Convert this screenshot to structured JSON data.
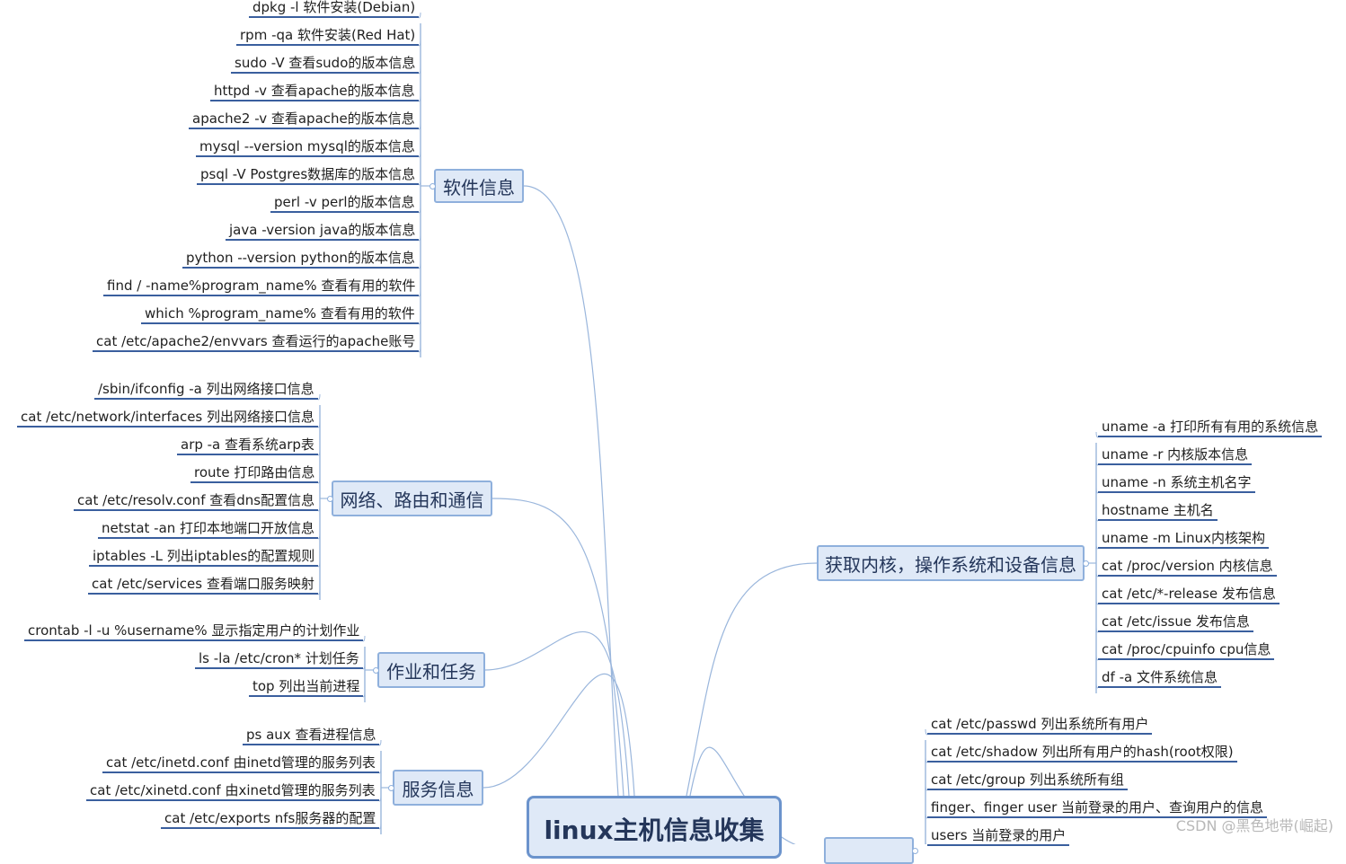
{
  "root": {
    "label": "linux主机信息收集"
  },
  "branches": [
    {
      "id": "software",
      "label": "软件信息",
      "side": "left",
      "items": [
        "dpkg -l 软件安装(Debian)",
        "rpm -qa 软件安装(Red Hat)",
        "sudo -V 查看sudo的版本信息",
        "httpd -v 查看apache的版本信息",
        "apache2 -v 查看apache的版本信息",
        "mysql --version mysql的版本信息",
        "psql -V Postgres数据库的版本信息",
        "perl -v perl的版本信息",
        "java -version java的版本信息",
        "python --version python的版本信息",
        "find / -name%program_name% 查看有用的软件",
        "which %program_name% 查看有用的软件",
        "cat /etc/apache2/envvars 查看运行的apache账号"
      ]
    },
    {
      "id": "network",
      "label": "网络、路由和通信",
      "side": "left",
      "items": [
        "/sbin/ifconfig -a 列出网络接口信息",
        "cat /etc/network/interfaces 列出网络接口信息",
        "arp -a 查看系统arp表",
        "route 打印路由信息",
        "cat /etc/resolv.conf 查看dns配置信息",
        "netstat -an 打印本地端口开放信息",
        "iptables -L 列出iptables的配置规则",
        "cat /etc/services 查看端口服务映射"
      ]
    },
    {
      "id": "jobs",
      "label": "作业和任务",
      "side": "left",
      "items": [
        "crontab -l -u %username% 显示指定用户的计划作业",
        "ls -la /etc/cron* 计划任务",
        "top 列出当前进程"
      ]
    },
    {
      "id": "services",
      "label": "服务信息",
      "side": "left",
      "items": [
        "ps aux 查看进程信息",
        "cat /etc/inetd.conf 由inetd管理的服务列表",
        "cat /etc/xinetd.conf 由xinetd管理的服务列表",
        "cat /etc/exports nfs服务器的配置"
      ]
    },
    {
      "id": "kernel",
      "label": "获取内核，操作系统和设备信息",
      "side": "right",
      "items": [
        "uname -a 打印所有有用的系统信息",
        "uname -r 内核版本信息",
        "uname -n 系统主机名字",
        "hostname 主机名",
        "uname -m Linux内核架构",
        "cat /proc/version 内核信息",
        "cat /etc/*-release 发布信息",
        "cat /etc/issue 发布信息",
        "cat /proc/cpuinfo cpu信息",
        "df -a 文件系统信息"
      ]
    },
    {
      "id": "users",
      "label": "",
      "side": "right",
      "items": [
        "cat /etc/passwd 列出系统所有用户",
        "cat /etc/shadow 列出所有用户的hash(root权限)",
        "cat /etc/group 列出系统所有组",
        "finger、finger user 当前登录的用户、查询用户的信息",
        "users 当前登录的用户"
      ]
    }
  ],
  "watermark": "CSDN @黑色地带(崛起)",
  "colors": {
    "node_fill": "#dfe9f7",
    "node_border": "#8fb0dc",
    "leaf_line": "#3a5f9e",
    "link": "#9ab6dc"
  }
}
